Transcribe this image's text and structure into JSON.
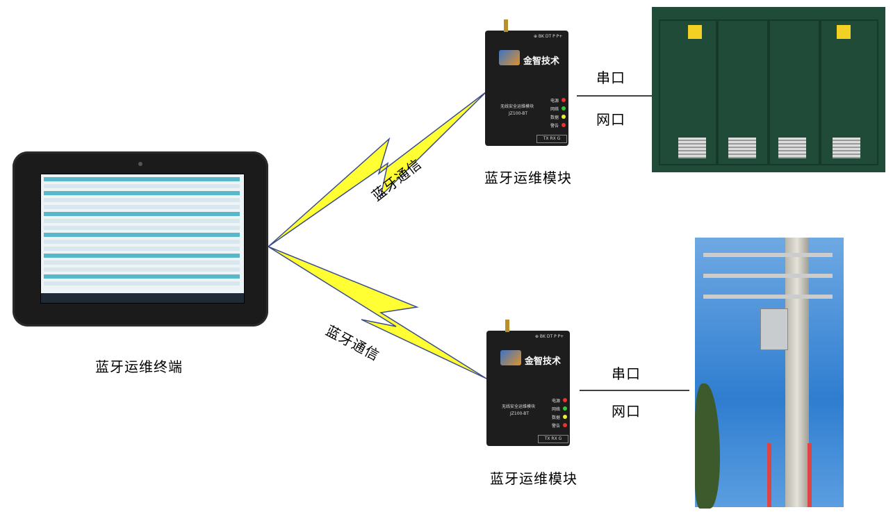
{
  "labels": {
    "terminal": "蓝牙运维终端",
    "bt_comm_1": "蓝牙通信",
    "bt_comm_2": "蓝牙通信",
    "module_top": "蓝牙运维模块",
    "module_bottom": "蓝牙运维模块",
    "serial_top": "串口",
    "net_top": "网口",
    "serial_bottom": "串口",
    "net_bottom": "网口"
  },
  "module": {
    "brand": "金智技术",
    "title": "无线安全运维模块",
    "model": "JZ100-BT",
    "indicators": [
      "电源",
      "网络",
      "数据",
      "警告"
    ],
    "ports": "TX  RX  G",
    "status_strip": "⊕ BK DT P P+"
  },
  "colors": {
    "lightning": "#ffff33",
    "lightning_stroke": "#3b4c8c",
    "connector_line": "#1f2e6e",
    "led_red": "#e33",
    "led_green": "#3c3",
    "led_yellow": "#ee3",
    "led_red2": "#e33"
  }
}
